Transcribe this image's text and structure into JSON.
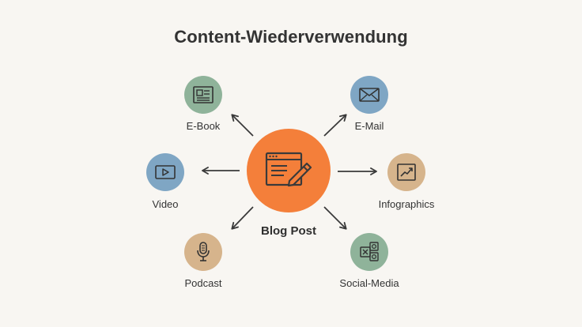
{
  "diagram": {
    "title": "Content-Wiederverwendung",
    "center": {
      "label": "Blog Post",
      "icon": "edit-document-icon",
      "color": "#f47f3a"
    },
    "nodes": [
      {
        "id": "ebook",
        "label": "E-Book",
        "icon": "newspaper-icon",
        "color": "#8fb39a"
      },
      {
        "id": "email",
        "label": "E-Mail",
        "icon": "envelope-icon",
        "color": "#7fa6c4"
      },
      {
        "id": "video",
        "label": "Video",
        "icon": "video-play-icon",
        "color": "#7fa6c4"
      },
      {
        "id": "infographics",
        "label": "Infographics",
        "icon": "chart-trend-icon",
        "color": "#d6b48c"
      },
      {
        "id": "podcast",
        "label": "Podcast",
        "icon": "microphone-icon",
        "color": "#d6b48c"
      },
      {
        "id": "social",
        "label": "Social-Media",
        "icon": "social-apps-icon",
        "color": "#8fb39a"
      }
    ],
    "arrow_color": "#3a3a3a"
  }
}
